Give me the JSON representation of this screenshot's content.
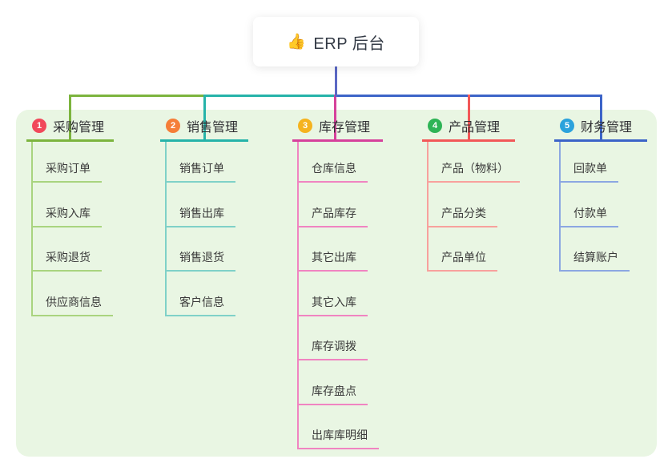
{
  "root": {
    "icon": "👍",
    "label": "ERP 后台"
  },
  "branches": [
    {
      "num": "1",
      "label": "采购管理",
      "badge_color": "#f1485b",
      "accent": "#7cb43e",
      "light": "#a9d47f",
      "children": [
        "采购订单",
        "采购入库",
        "采购退货",
        "供应商信息"
      ]
    },
    {
      "num": "2",
      "label": "销售管理",
      "badge_color": "#f57e38",
      "accent": "#26b3a9",
      "light": "#7fd1c8",
      "children": [
        "销售订单",
        "销售出库",
        "销售退货",
        "客户信息"
      ]
    },
    {
      "num": "3",
      "label": "库存管理",
      "badge_color": "#f5b31f",
      "accent": "#d6419b",
      "light": "#f084c1",
      "children": [
        "仓库信息",
        "产品库存",
        "其它出库",
        "其它入库",
        "库存调拨",
        "库存盘点",
        "出库库明细"
      ]
    },
    {
      "num": "4",
      "label": "产品管理",
      "badge_color": "#2eb456",
      "accent": "#f25858",
      "light": "#f8a19d",
      "children": [
        "产品（物料）",
        "产品分类",
        "产品单位"
      ]
    },
    {
      "num": "5",
      "label": "财务管理",
      "badge_color": "#2ba2dc",
      "accent": "#3c64c8",
      "light": "#8ca7e2",
      "children": [
        "回款单",
        "付款单",
        "结算账户"
      ]
    }
  ],
  "colors": {
    "canvas": "#ffffff",
    "panel": "#e9f6e3",
    "root_stem": "#5b68c4",
    "text": "#333a45"
  }
}
